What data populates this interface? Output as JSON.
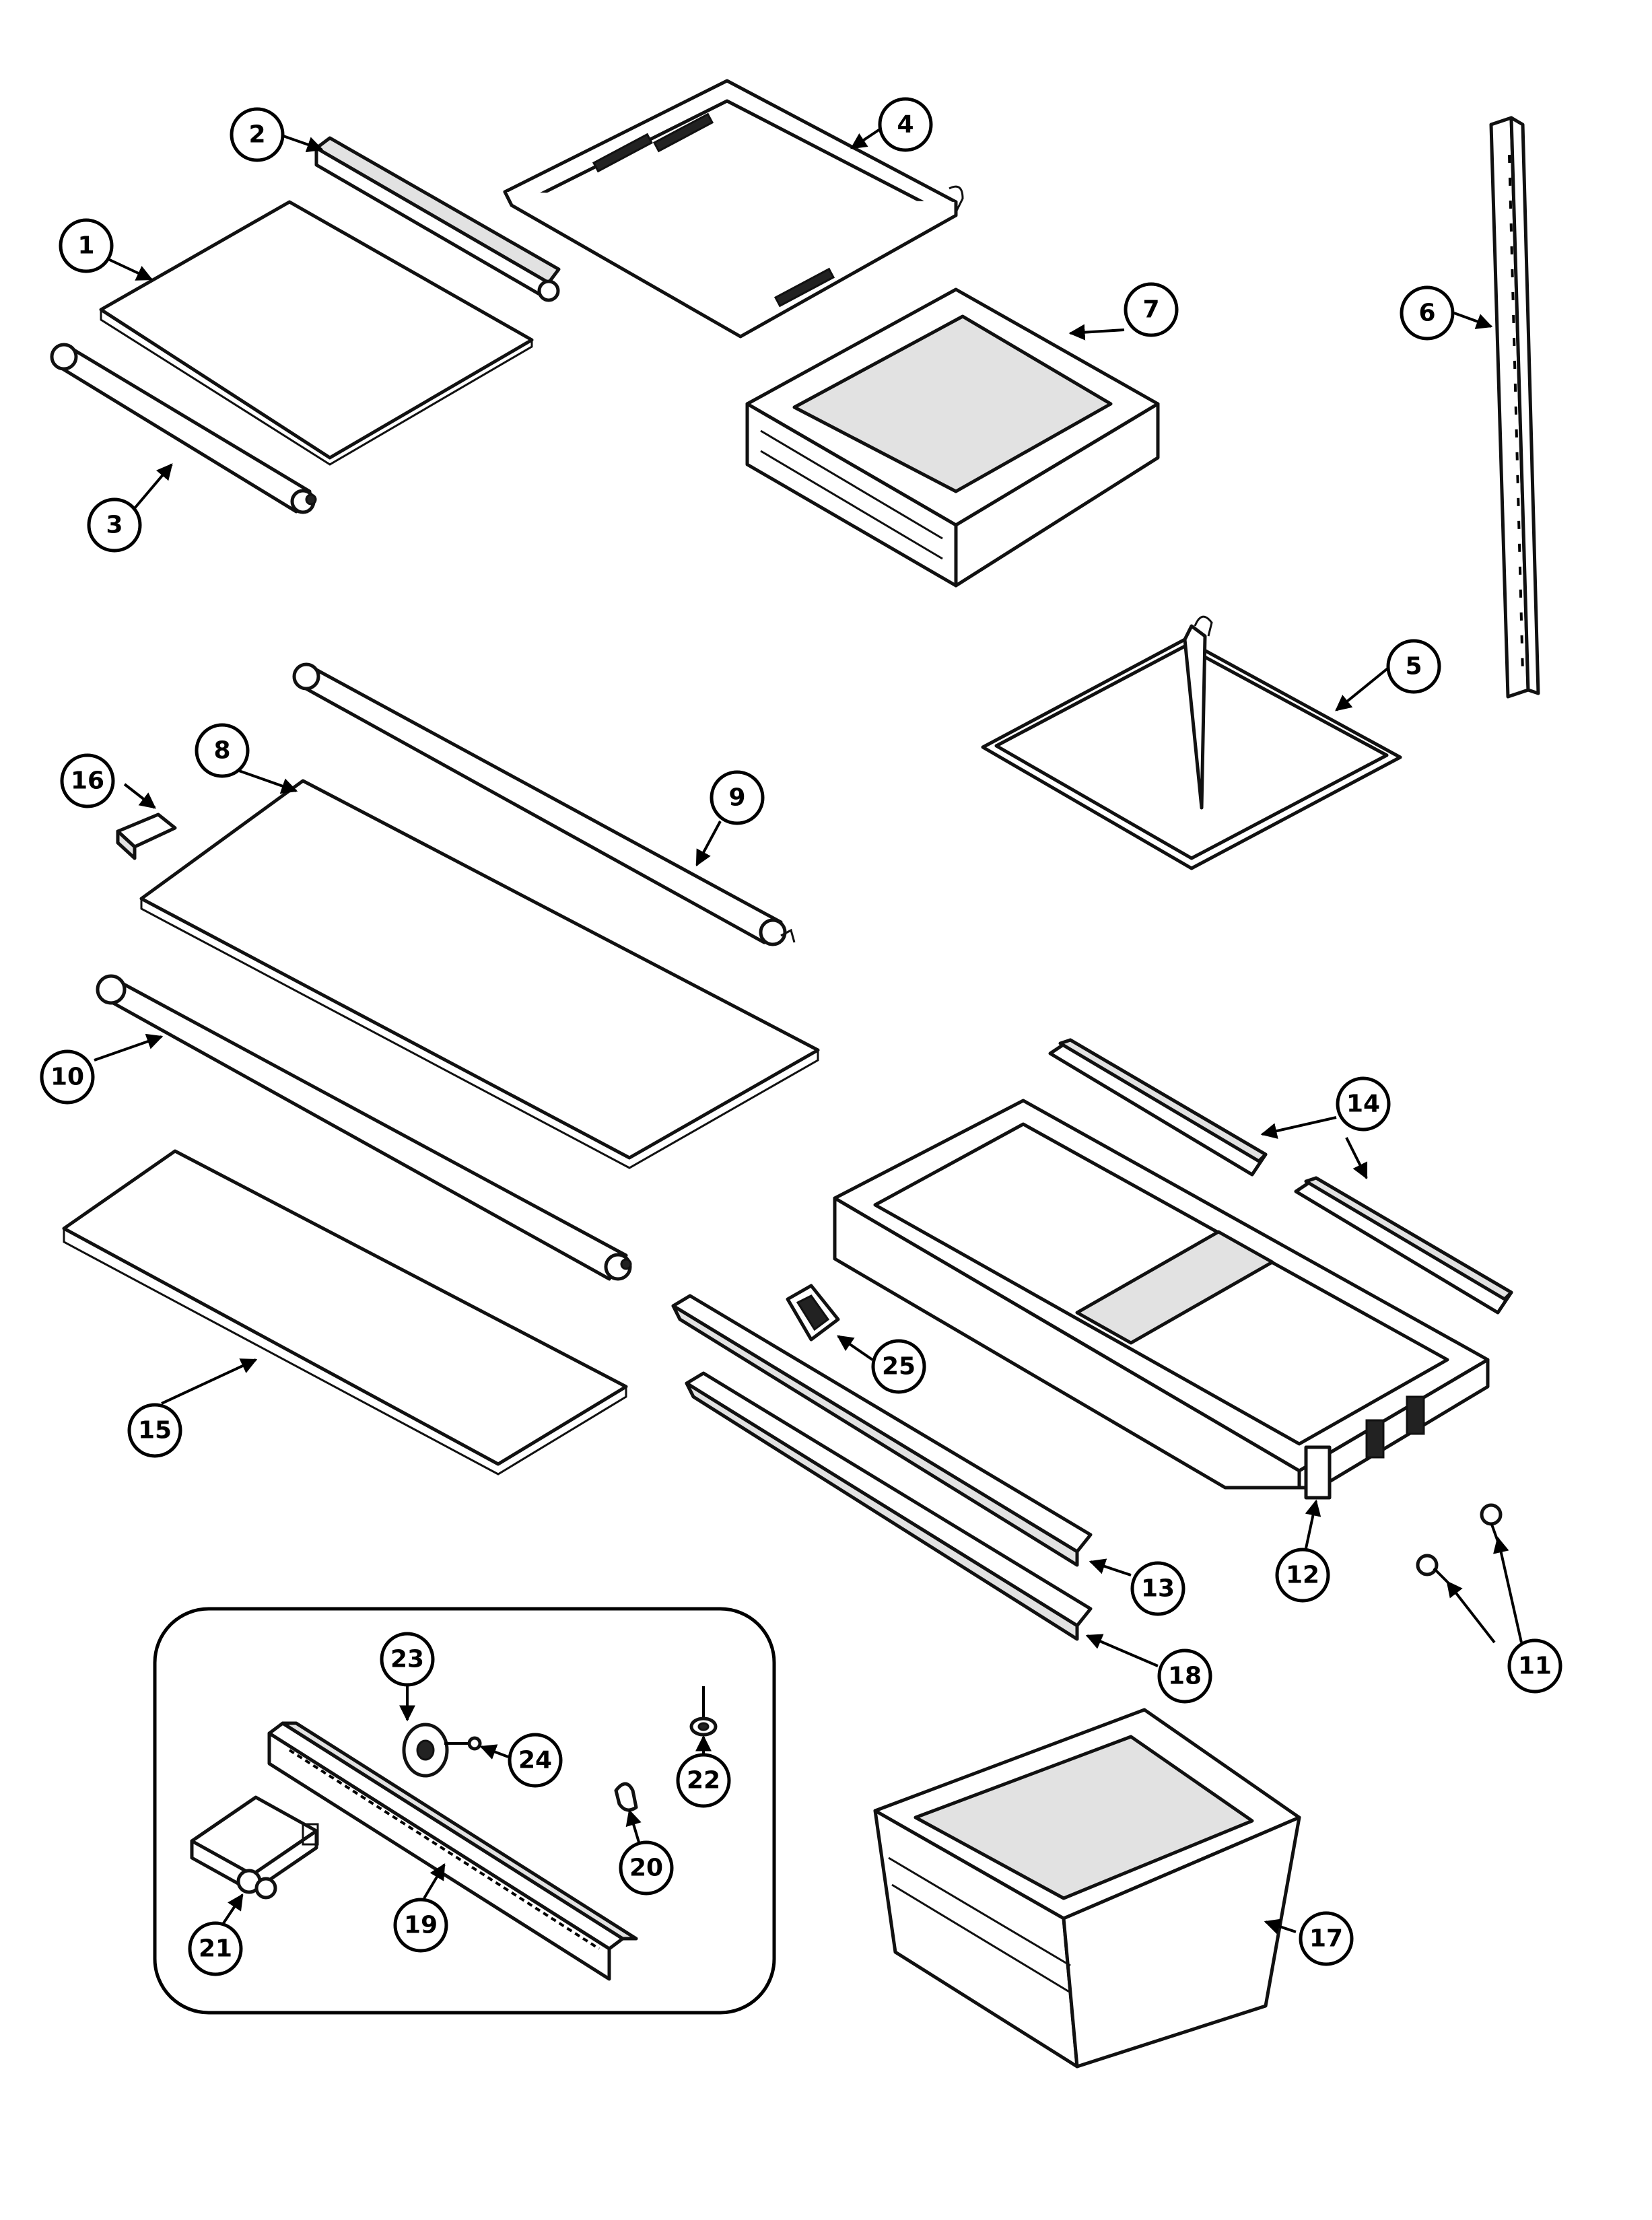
{
  "callouts": [
    {
      "id": "c1",
      "label": "1"
    },
    {
      "id": "c2",
      "label": "2"
    },
    {
      "id": "c3",
      "label": "3"
    },
    {
      "id": "c4",
      "label": "4"
    },
    {
      "id": "c5",
      "label": "5"
    },
    {
      "id": "c6",
      "label": "6"
    },
    {
      "id": "c7",
      "label": "7"
    },
    {
      "id": "c8",
      "label": "8"
    },
    {
      "id": "c9",
      "label": "9"
    },
    {
      "id": "c10",
      "label": "10"
    },
    {
      "id": "c11",
      "label": "11"
    },
    {
      "id": "c12",
      "label": "12"
    },
    {
      "id": "c13",
      "label": "13"
    },
    {
      "id": "c14",
      "label": "14"
    },
    {
      "id": "c15",
      "label": "15"
    },
    {
      "id": "c16",
      "label": "16"
    },
    {
      "id": "c17",
      "label": "17"
    },
    {
      "id": "c18",
      "label": "18"
    },
    {
      "id": "c19",
      "label": "19"
    },
    {
      "id": "c20",
      "label": "20"
    },
    {
      "id": "c21",
      "label": "21"
    },
    {
      "id": "c22",
      "label": "22"
    },
    {
      "id": "c23",
      "label": "23"
    },
    {
      "id": "c24",
      "label": "24"
    },
    {
      "id": "c25",
      "label": "25"
    }
  ],
  "colors": {
    "line": "#111111",
    "background": "#ffffff",
    "shade": "#e2e2e2"
  }
}
